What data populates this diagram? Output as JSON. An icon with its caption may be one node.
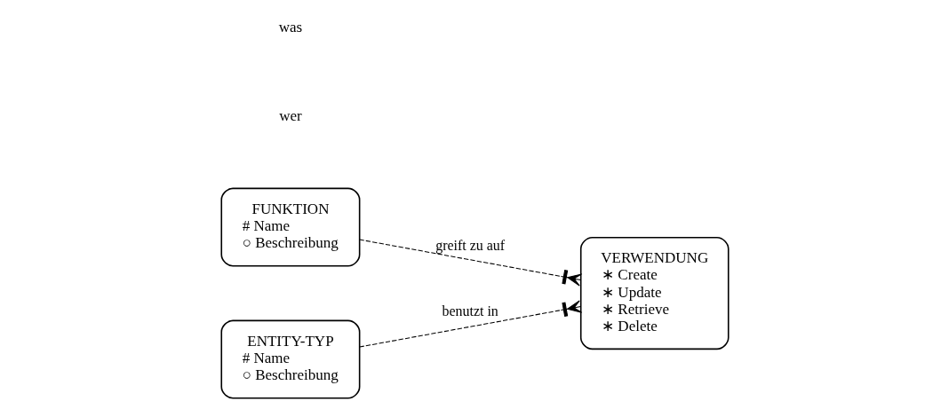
{
  "diagram": {
    "nodes": [
      {
        "text": [
          "FUNKTION",
          "# Name",
          "○ Beschreibung"
        ]
      },
      {
        "text": [
          "ENTITY-TYP",
          "# Name",
          "○ Beschreibung"
        ]
      },
      {
        "text": [
          "VERWENDUNG",
          "∗ Create",
          "∗ Update",
          "∗ Retrieve",
          "∗ Delete"
        ]
      }
    ],
    "edges": [
      {
        "from": 0,
        "to": 2,
        "arrow": "other",
        "label": "greift zu auf",
        "style": "dashed"
      },
      {
        "from": 1,
        "to": 2,
        "arrow": "other",
        "label": "benutzt in",
        "style": "dashed"
      }
    ],
    "labels": [
      "wer",
      "was"
    ]
  }
}
